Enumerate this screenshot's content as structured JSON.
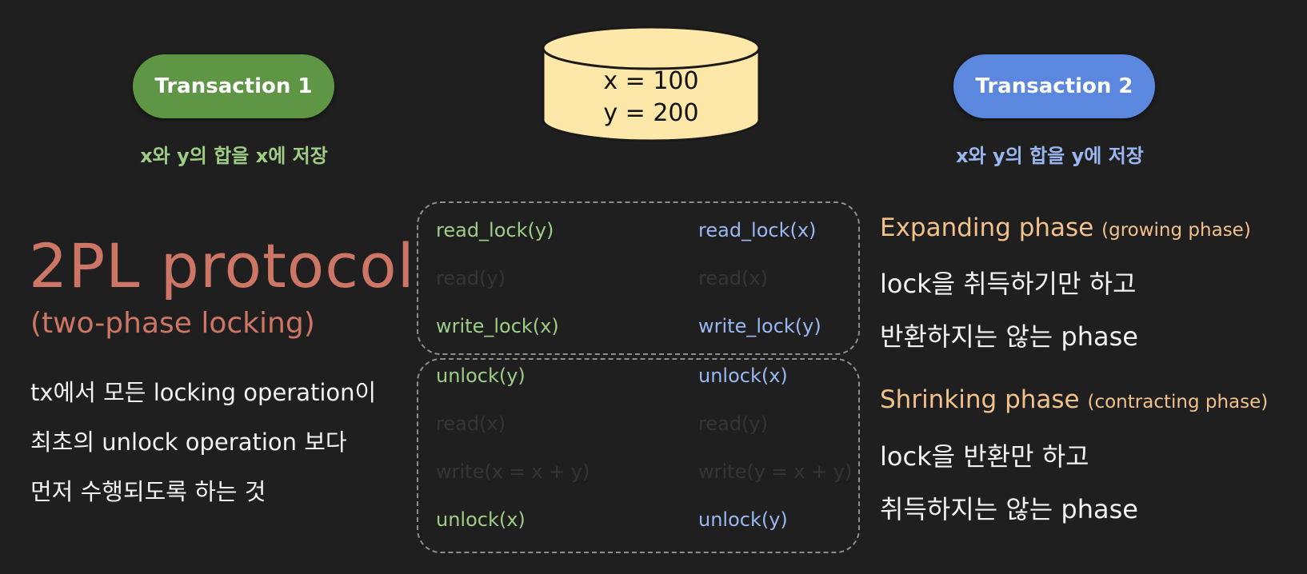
{
  "transactions": {
    "t1": {
      "label": "Transaction 1",
      "goal": "x와 y의 합을 x에 저장"
    },
    "t2": {
      "label": "Transaction 2",
      "goal": "x와 y의 합을 y에 저장"
    }
  },
  "database": {
    "line1": "x = 100",
    "line2": "y = 200"
  },
  "protocol": {
    "title": "2PL protocol",
    "subtitle": "(two-phase locking)",
    "description": [
      "tx에서 모든 locking operation이",
      "최초의 unlock operation 보다",
      "먼저 수행되도록 하는 것"
    ]
  },
  "operations": {
    "t1": [
      "read_lock(y)",
      "read(y)",
      "write_lock(x)",
      "unlock(y)",
      "read(x)",
      "write(x = x + y)",
      "unlock(x)"
    ],
    "t2": [
      "read_lock(x)",
      "read(x)",
      "write_lock(y)",
      "unlock(x)",
      "read(y)",
      "write(y = x + y)",
      "unlock(y)"
    ]
  },
  "phases": {
    "expanding": {
      "title": "Expanding phase",
      "alias": "(growing phase)",
      "lines": [
        "lock을 취득하기만 하고",
        "반환하지는 않는 phase"
      ]
    },
    "shrinking": {
      "title": "Shrinking phase",
      "alias": "(contracting phase)",
      "lines": [
        "lock을 반환만 하고",
        "취득하지는 않는 phase"
      ]
    }
  },
  "colors": {
    "background": "#1f1f1f",
    "t1_accent": "#5e9645",
    "t2_accent": "#5b87de",
    "protocol_text": "#cd7665",
    "phase_title": "#f2c18c",
    "database_fill": "#fde7a9"
  },
  "icons": {
    "database": "database-cylinder-icon"
  }
}
